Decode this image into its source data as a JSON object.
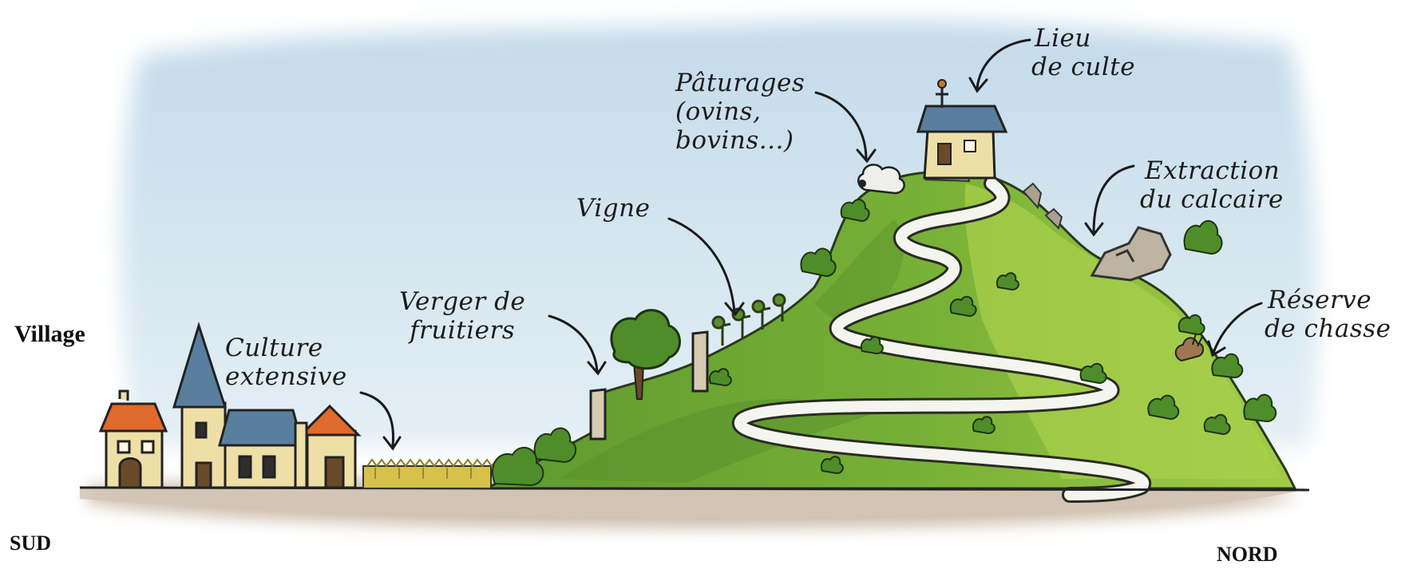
{
  "labels": {
    "village": "Village",
    "south": "SUD",
    "north": "NORD",
    "culture": [
      "Culture",
      "extensive"
    ],
    "verger": [
      "Verger de",
      "fruitiers"
    ],
    "vigne": "Vigne",
    "paturages": [
      "Pâturages",
      "(ovins,",
      "bovins...)"
    ],
    "lieu": [
      "Lieu",
      "de culte"
    ],
    "extraction": [
      "Extraction",
      "du calcaire"
    ],
    "reserve": [
      "Réserve",
      "de chasse"
    ]
  },
  "colors": {
    "sky": "#cfe3ef",
    "grass_dark": "#5f9a2f",
    "grass_light": "#9cc944",
    "road": "#f4f4f0",
    "ground": "#c9b9a6",
    "roof_blue": "#5a7f9e",
    "roof_orange": "#e06a2b",
    "wall": "#eddfa6",
    "field": "#d6c24a",
    "rock": "#b9b0a0"
  }
}
